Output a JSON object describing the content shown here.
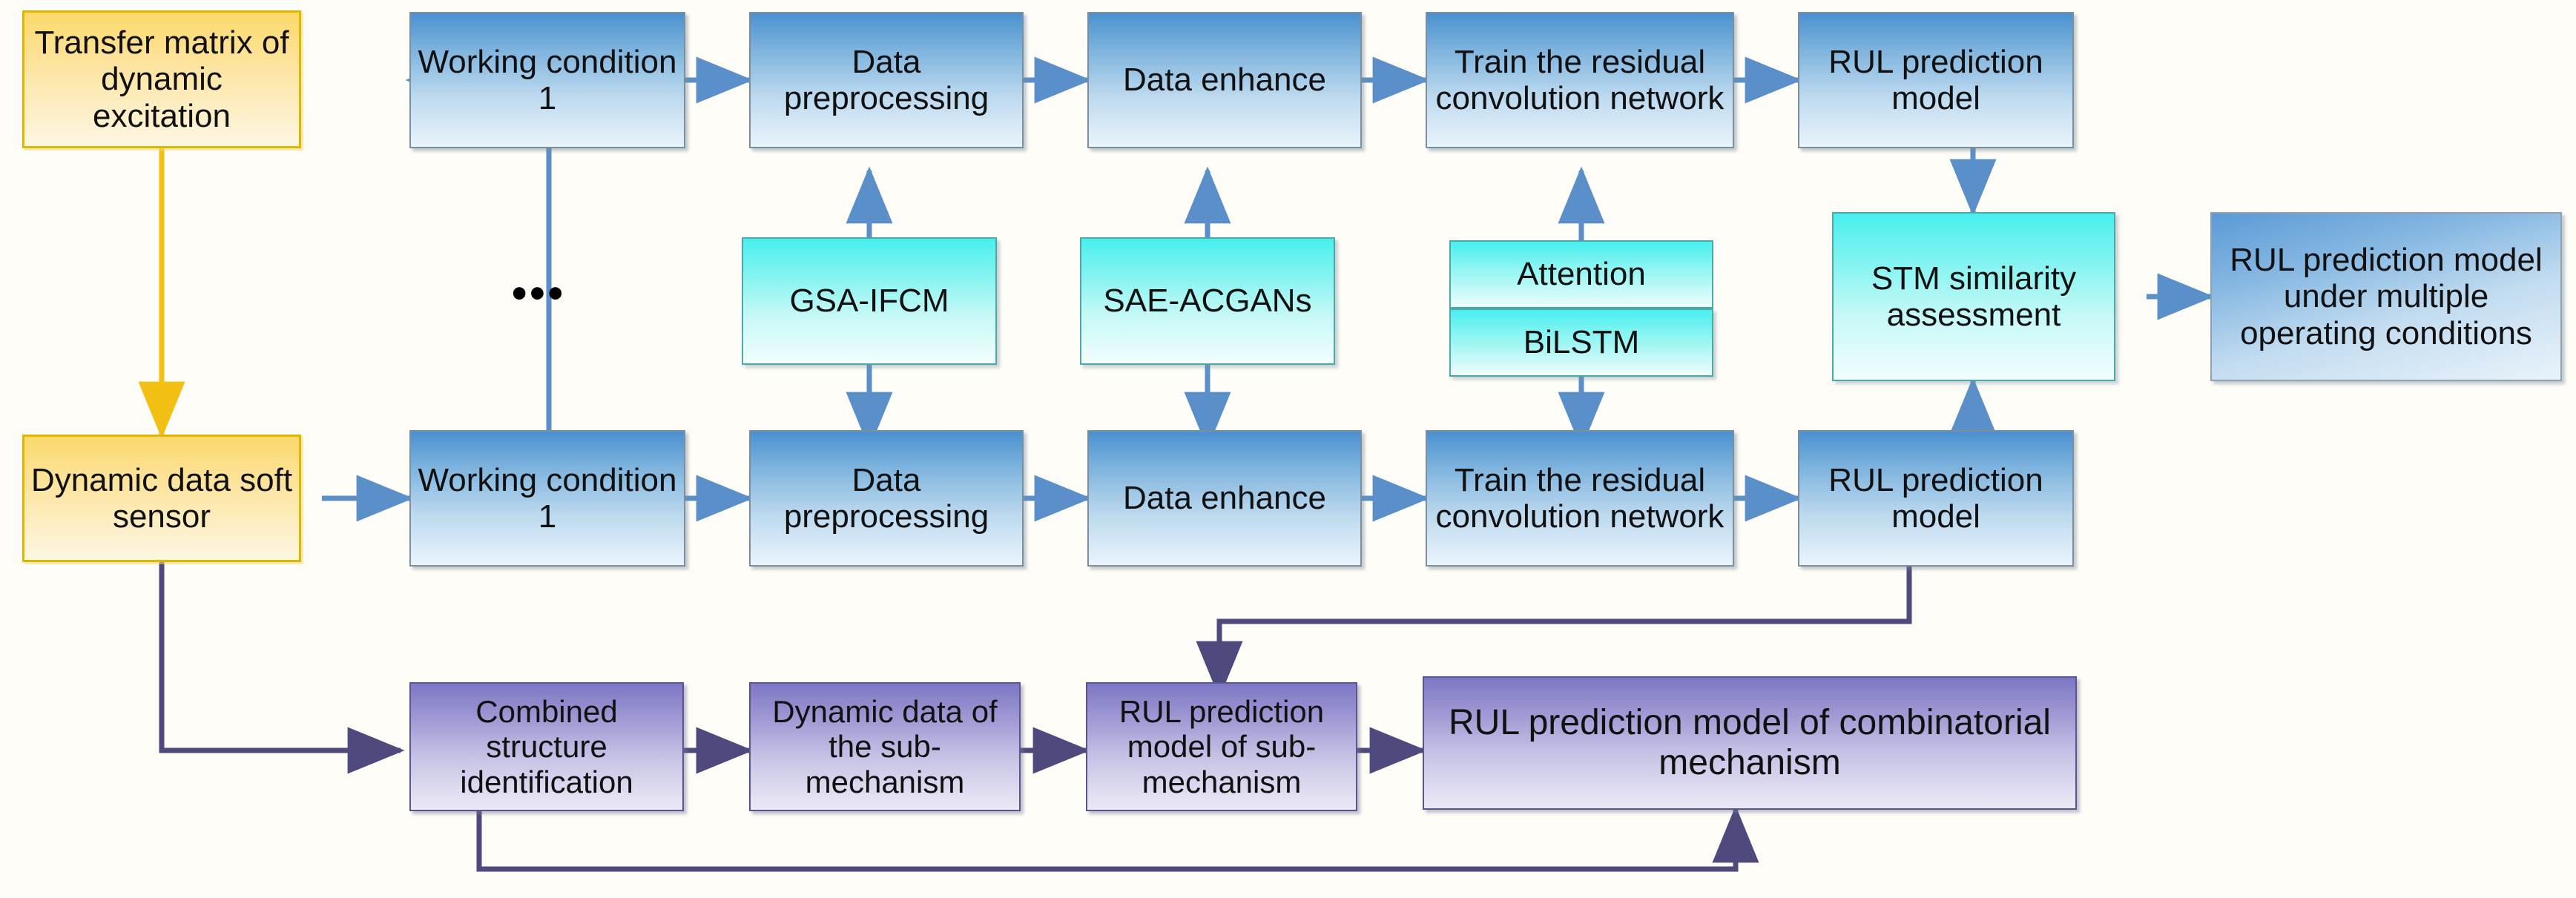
{
  "diagram": {
    "title": "RUL prediction framework flowchart",
    "colors": {
      "yellow_fill": "#fbd96b",
      "yellow_border": "#e0b700",
      "blue_fill": "#4a90d0",
      "blue_border": "#7d8e9c",
      "cyan_fill": "#48efee",
      "cyan_border": "#4fa8a8",
      "purple_fill": "#7e77c4",
      "purple_border": "#5a5490",
      "arrow_blue": "#5b8fc9",
      "arrow_yellow": "#f5c518",
      "arrow_purple": "#4f4a7d",
      "background": "#fffdf8"
    },
    "ellipsis": "•••",
    "nodes": {
      "transfer_matrix": "Transfer matrix of dynamic excitation",
      "soft_sensor": "Dynamic data soft sensor",
      "working_condition_top": "Working condition 1",
      "data_preprocessing_top": "Data preprocessing",
      "data_enhance_top": "Data  enhance",
      "train_network_top": "Train the residual convolution network",
      "rul_model_top": "RUL prediction model",
      "working_condition_bottom": "Working condition 1",
      "data_preprocessing_bottom": "Data preprocessing",
      "data_enhance_bottom": "Data  enhance",
      "train_network_bottom": "Train the residual convolution network",
      "rul_model_bottom": "RUL prediction model",
      "gsa_ifcm": "GSA-IFCM",
      "sae_acgans": "SAE-ACGANs",
      "attention": "Attention",
      "bilstm": "BiLSTM",
      "stm_similarity": "STM similarity assessment",
      "rul_multi_conditions": "RUL prediction model under multiple operating conditions",
      "combined_structure": "Combined structure identification",
      "dynamic_sub": "Dynamic data of the sub-mechanism",
      "rul_sub": "RUL prediction model of sub-mechanism",
      "rul_combinatorial": "RUL prediction model of combinatorial mechanism"
    }
  }
}
